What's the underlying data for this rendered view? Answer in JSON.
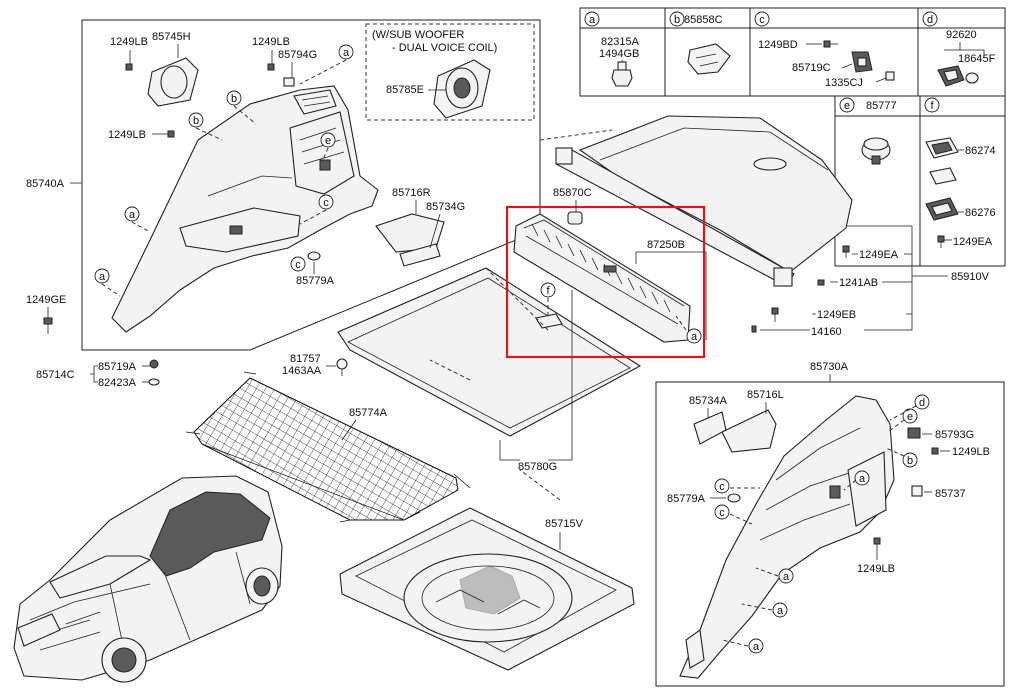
{
  "legend_box_headers": [
    "a",
    "b",
    "c",
    "d",
    "e",
    "f"
  ],
  "legend_parts": {
    "a": [
      "82315A",
      "1494GB"
    ],
    "b": [
      "85858C"
    ],
    "c": [
      "1249BD",
      "85719C",
      "1335CJ"
    ],
    "d": [
      "92620",
      "18645F"
    ],
    "e": [
      "85777"
    ],
    "f": [
      "86274",
      "86276",
      "1249EA"
    ]
  },
  "woofer_note": [
    "(W/SUB WOOFER",
    "- DUAL VOICE COIL)"
  ],
  "labels": {
    "l1249LB_a": "1249LB",
    "l85745H": "85745H",
    "l1249LB_b": "1249LB",
    "l85794G": "85794G",
    "l1249LB_c": "1249LB",
    "l85785E": "85785E",
    "l85740A": "85740A",
    "l85716R": "85716R",
    "l85734G": "85734G",
    "l85779A": "85779A",
    "l1249GE": "1249GE",
    "l85719A": "85719A",
    "l85714C": "85714C",
    "l82423A": "82423A",
    "l81757": "81757",
    "l1463AA": "1463AA",
    "l85774A": "85774A",
    "l85870C": "85870C",
    "l87250B": "87250B",
    "l85780G": "85780G",
    "l1249EA": "1249EA",
    "l1241AB": "1241AB",
    "l85910V": "85910V",
    "l1249EB": "1249EB",
    "l14160": "14160",
    "l85730A": "85730A",
    "l85734A": "85734A",
    "l85716L": "85716L",
    "l85793G": "85793G",
    "l1249LB_d": "1249LB",
    "l85779A_b": "85779A",
    "l85737": "85737",
    "l1249LB_e": "1249LB",
    "l85715V": "85715V"
  },
  "callouts": {
    "c1": "a",
    "c2": "b",
    "c3": "b",
    "c4": "e",
    "c5": "a",
    "c6": "a",
    "c7": "c",
    "c8": "c",
    "c9": "f",
    "c10": "a",
    "c11": "d",
    "c12": "e",
    "c13": "b",
    "c14": "a",
    "c15": "c",
    "c16": "c",
    "c17": "a",
    "c18": "a",
    "c19": "a"
  }
}
